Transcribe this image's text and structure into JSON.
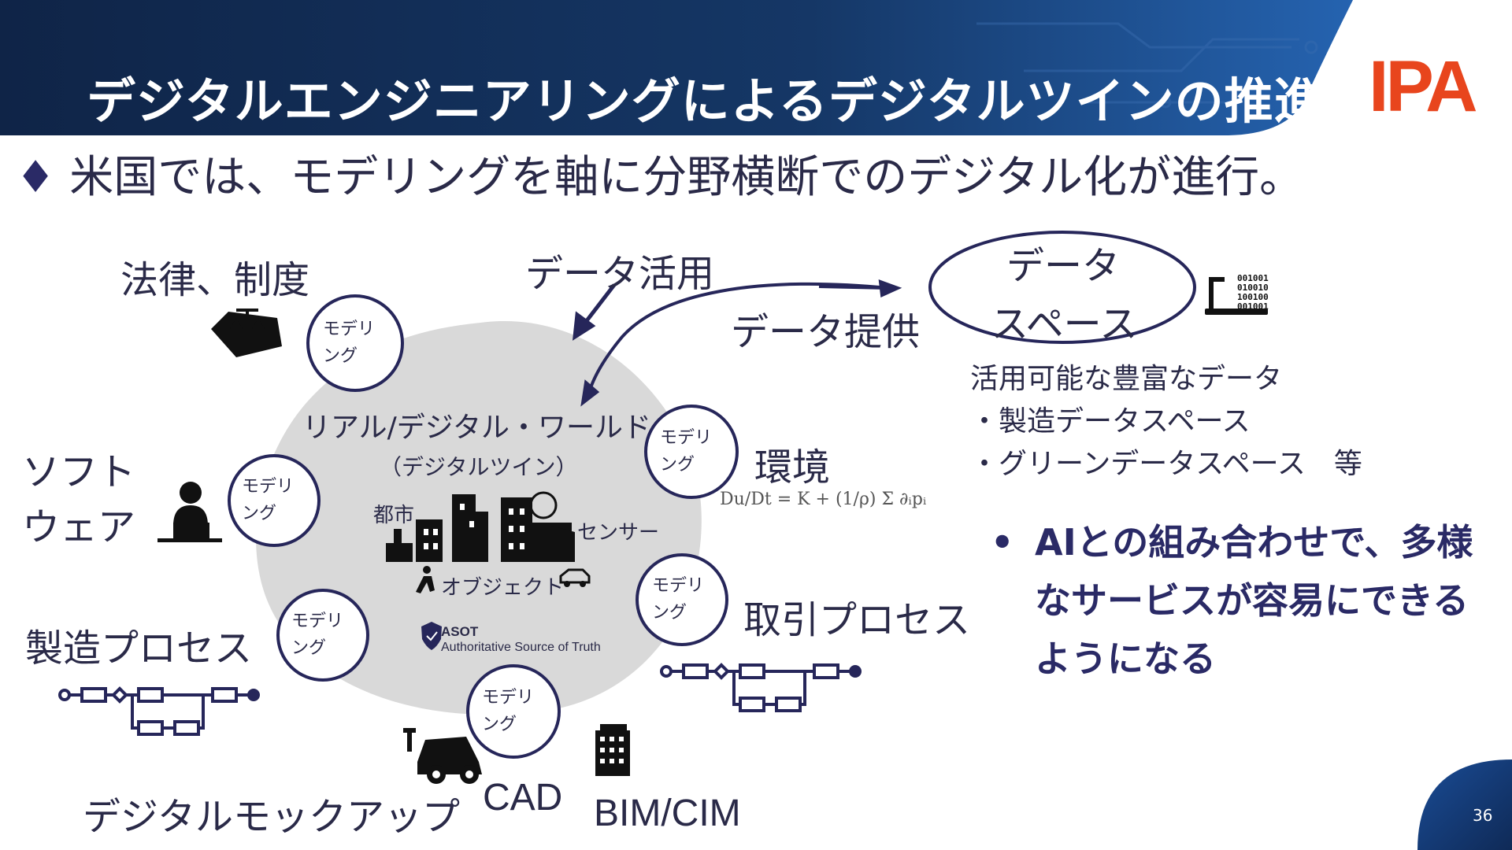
{
  "header": {
    "title": "デジタルエンジニアリングによるデジタルツインの推進",
    "logo_text": "IPA",
    "band_color": "#13294f",
    "logo_color": "#e8451d"
  },
  "subtitle": {
    "marker": "♦",
    "text": "米国では、モデリングを軸に分野横断でのデジタル化が進行。"
  },
  "diagram": {
    "center_title": "リアル/デジタル・ワールド",
    "center_subtitle": "（デジタルツイン）",
    "city_label": "都市",
    "sensor_label": "センサー",
    "object_label": "オブジェクト",
    "asot_title": "ASOT",
    "asot_subtitle": "Authoritative Source of Truth",
    "modeling_label_line1": "モデリ",
    "modeling_label_line2": "ング",
    "domains": {
      "law": "法律、制度",
      "software_line1": "ソフト",
      "software_line2": "ウェア",
      "manufacturing": "製造プロセス",
      "digital_mockup": "デジタルモックアップ",
      "cad": "CAD",
      "bim": "BIM/CIM",
      "trade": "取引プロセス",
      "environment": "環境"
    },
    "data_use": "データ活用",
    "data_provide": "データ提供",
    "data_space_line1": "データ",
    "data_space_line2": "スペース",
    "binary_lines": [
      "001001",
      "010010",
      "100100",
      "001001"
    ],
    "data_space_desc": "活用可能な豊富なデータ",
    "data_space_items": [
      "・製造データスペース",
      "・グリーンデータスペース　等"
    ],
    "formula": "Du/Dt = K + (1/ρ) Σ ∂ᵢpᵢ"
  },
  "bullet": {
    "marker": "•",
    "text": "AIとの組み合わせで、多様なサービスが容易にできるようになる"
  },
  "page_number": "36"
}
